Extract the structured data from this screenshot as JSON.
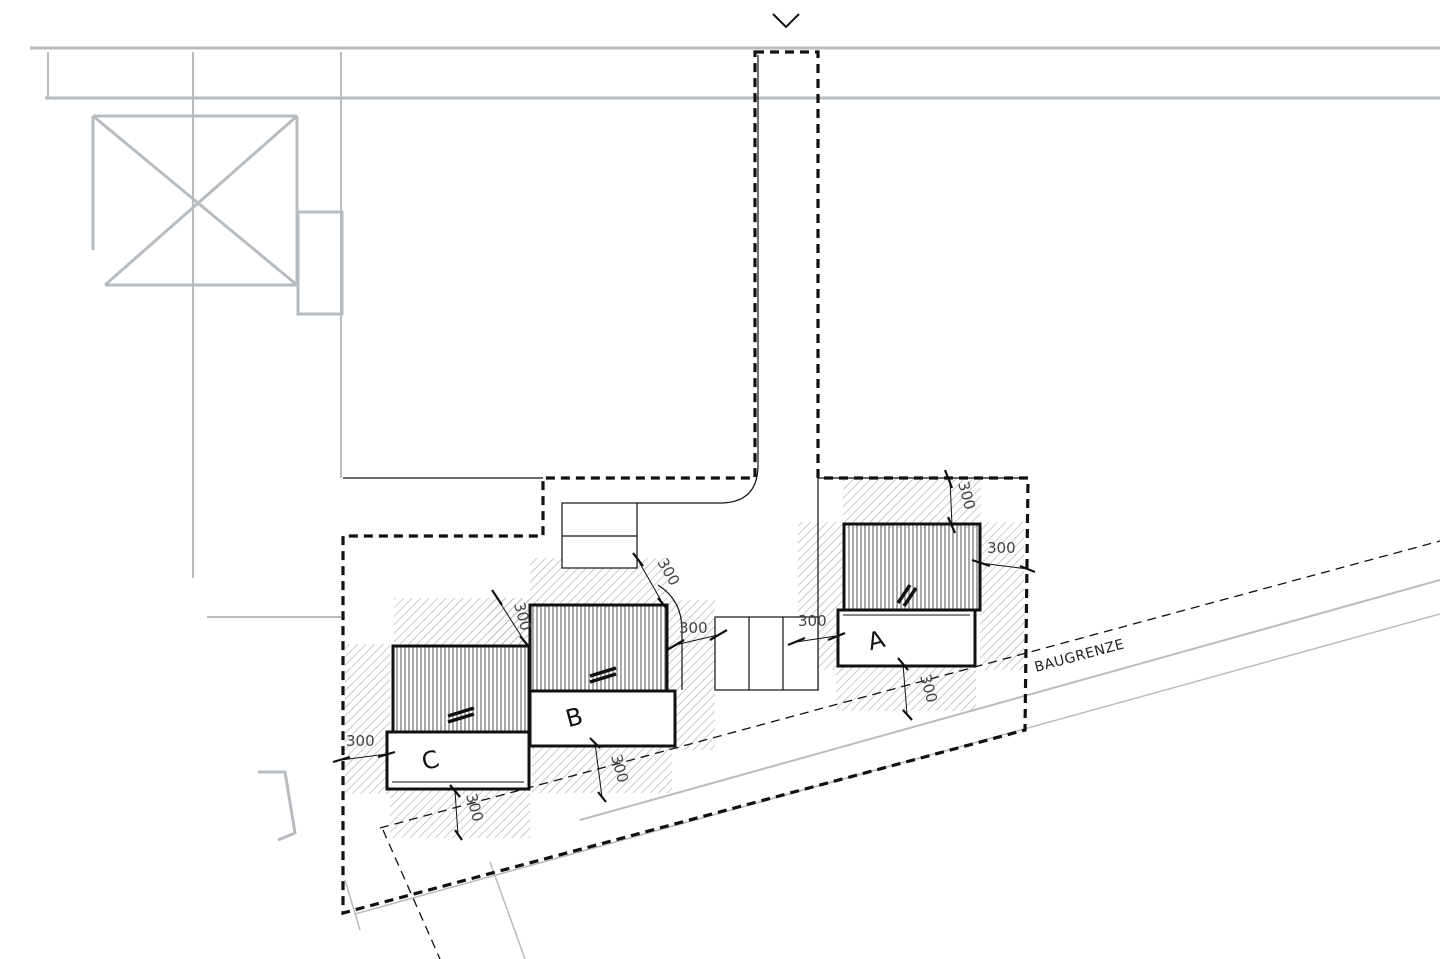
{
  "plan": {
    "houses": {
      "a": {
        "label": "A"
      },
      "b": {
        "label": "B"
      },
      "c": {
        "label": "C"
      }
    },
    "baugrenze_label": "BAUGRENZE",
    "dimensions": {
      "a_top": "300",
      "a_right": "300",
      "a_left": "300",
      "a_bottom": "300",
      "b_top": "300",
      "b_right": "300",
      "b_bottom": "300",
      "c_left": "300",
      "c_top": "300",
      "c_bottom": "300"
    },
    "colors": {
      "context_lines": "#b7bcc1",
      "property_line": "#111111",
      "hatch": "#bfbfbf"
    }
  }
}
